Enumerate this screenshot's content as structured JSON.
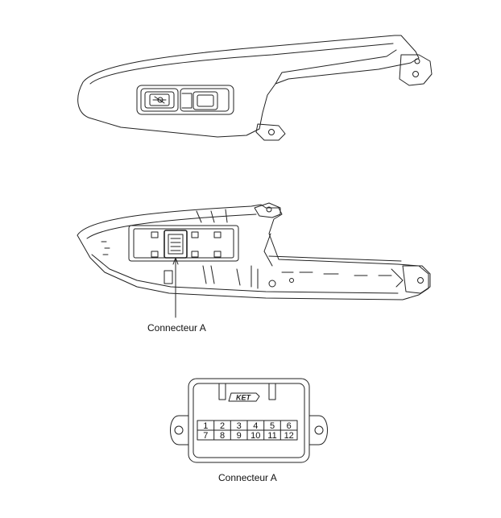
{
  "labels": {
    "connector_callout": "Connecteur A",
    "connector_caption": "Connecteur A"
  },
  "connector": {
    "brand": "KET",
    "pins_top": [
      "1",
      "2",
      "3",
      "4",
      "5",
      "6"
    ],
    "pins_bottom": [
      "7",
      "8",
      "9",
      "10",
      "11",
      "12"
    ]
  }
}
